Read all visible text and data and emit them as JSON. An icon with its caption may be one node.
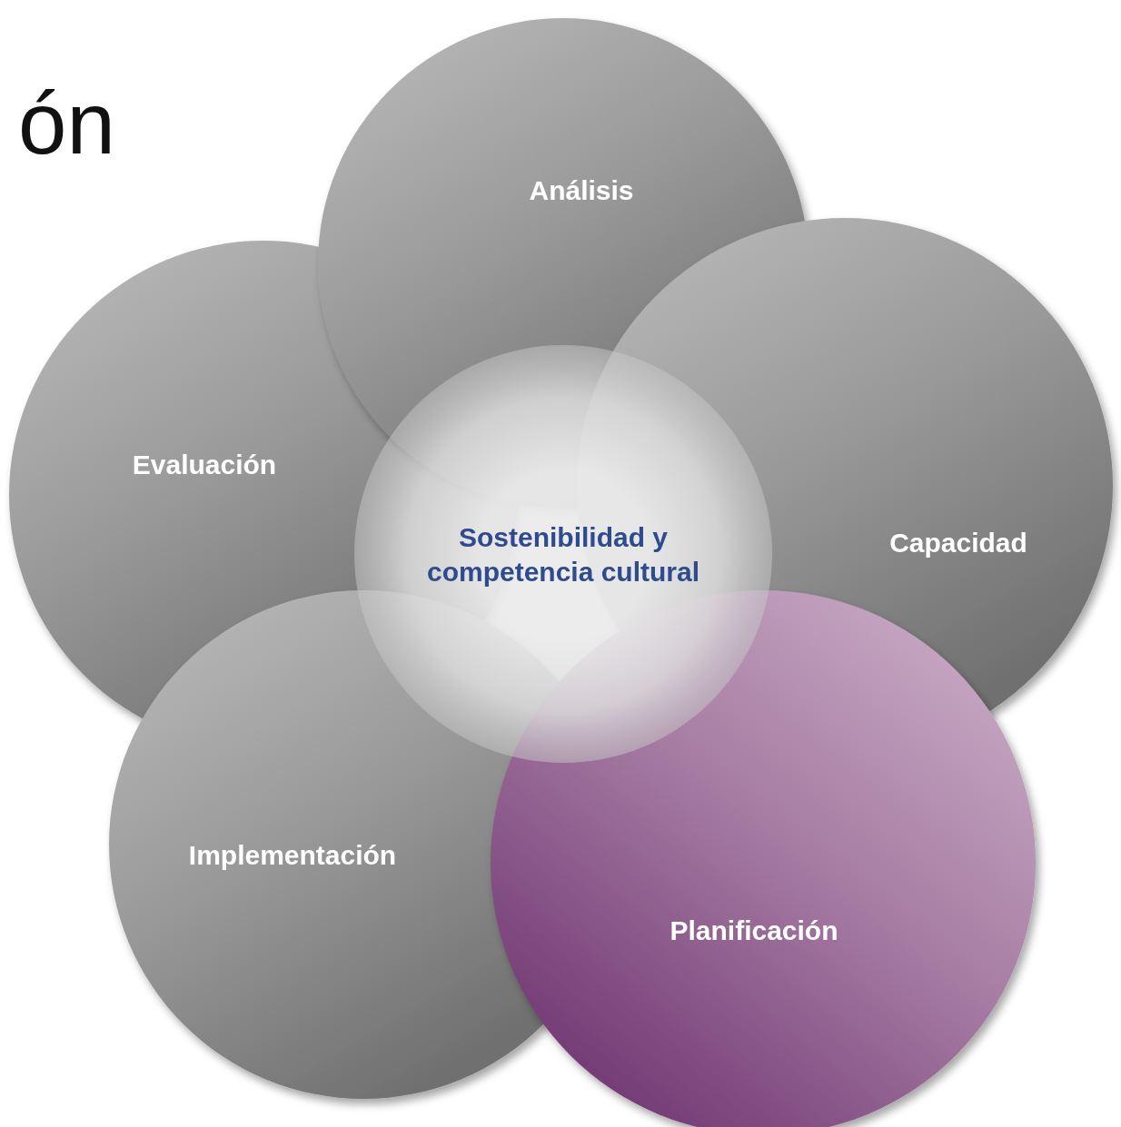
{
  "diagram": {
    "title": "ón",
    "nodes": [
      {
        "text": [
          "Análisis"
        ]
      },
      {
        "text": [
          "Evaluación"
        ]
      },
      {
        "text": [
          "Sostenibilidad y competencia cultural"
        ]
      },
      {
        "text": [
          "Capacidad"
        ]
      },
      {
        "text": [
          "Implementación"
        ]
      },
      {
        "text": [
          "Planificación"
        ]
      }
    ]
  }
}
